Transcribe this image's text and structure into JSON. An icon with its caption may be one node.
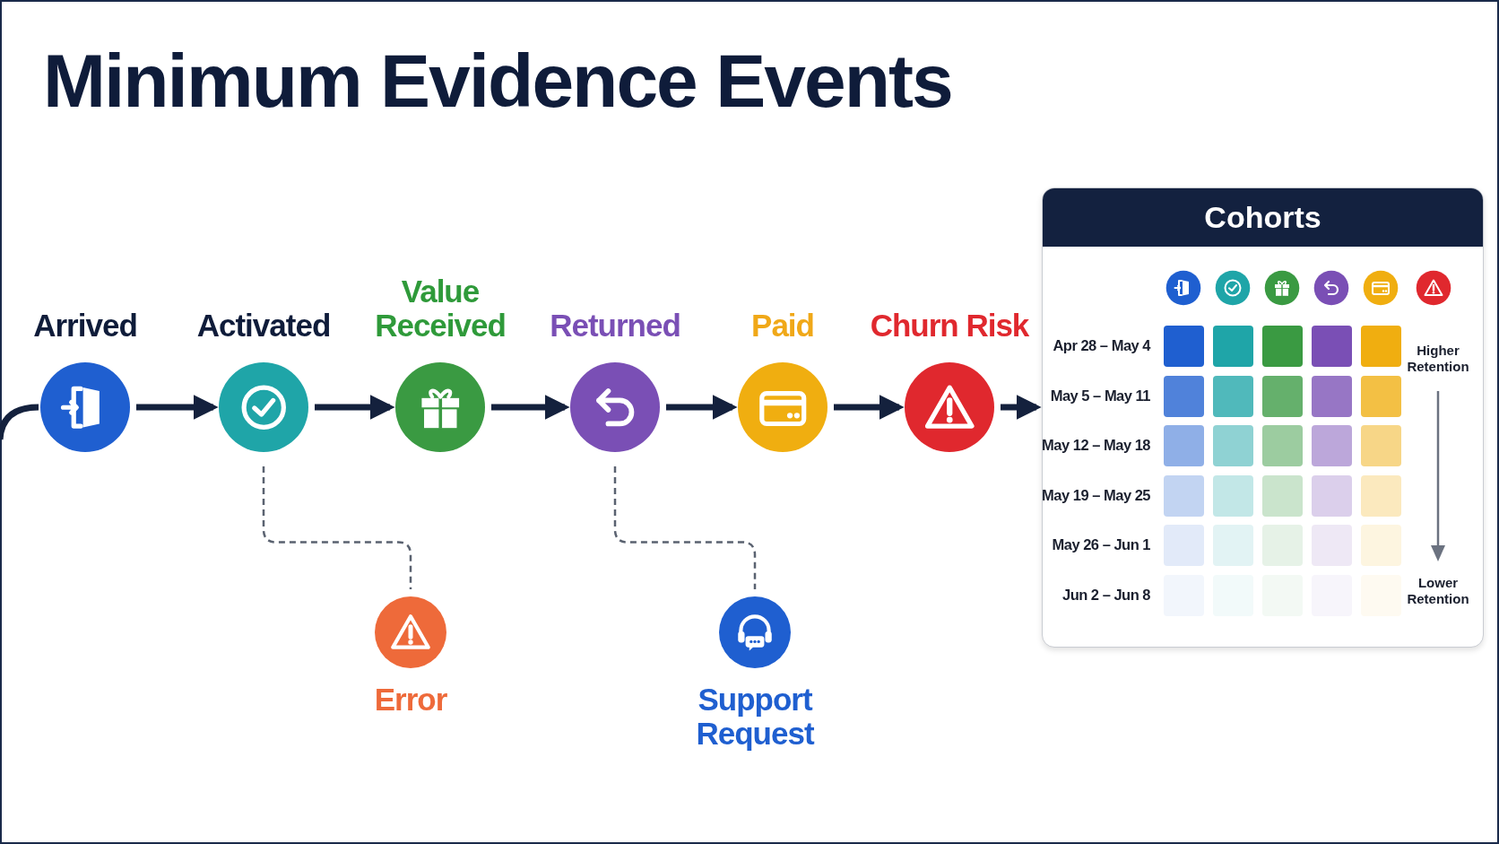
{
  "diagram": {
    "title": "Minimum Evidence Events",
    "nodes": [
      {
        "text": [
          "Arrived"
        ]
      },
      {
        "text": [
          "Activated"
        ]
      },
      {
        "text": [
          "Value Received"
        ]
      },
      {
        "text": [
          "Returned"
        ]
      },
      {
        "text": [
          "Paid"
        ]
      },
      {
        "text": [
          "Churn Risk"
        ]
      },
      {
        "text": [
          "Error"
        ]
      },
      {
        "text": [
          "Support Request"
        ]
      },
      {
        "text": [
          "Cohorts"
        ]
      }
    ],
    "edges": [
      {
        "from": null,
        "to": 0,
        "arrow": "none"
      },
      {
        "from": 0,
        "to": 1,
        "arrow": "to"
      },
      {
        "from": 1,
        "to": 2,
        "arrow": "to"
      },
      {
        "from": 2,
        "to": 3,
        "arrow": "to"
      },
      {
        "from": 3,
        "to": 4,
        "arrow": "to"
      },
      {
        "from": 4,
        "to": 5,
        "arrow": "to"
      },
      {
        "from": 5,
        "to": 8,
        "arrow": "to"
      },
      {
        "from": 1,
        "to": 6,
        "arrow": "none",
        "style": "dashed",
        "color": "#5a6270"
      },
      {
        "from": 3,
        "to": 7,
        "arrow": "none",
        "style": "dashed",
        "color": "#5a6270"
      }
    ],
    "labels": [
      "Apr 28 – May 4",
      "May 5 – May 11",
      "May 12 – May 18",
      "May 19 – May 25",
      "May 26 – Jun 1",
      "Jun 2 – Jun 8",
      "Higher Retention",
      "Lower Retention"
    ]
  }
}
